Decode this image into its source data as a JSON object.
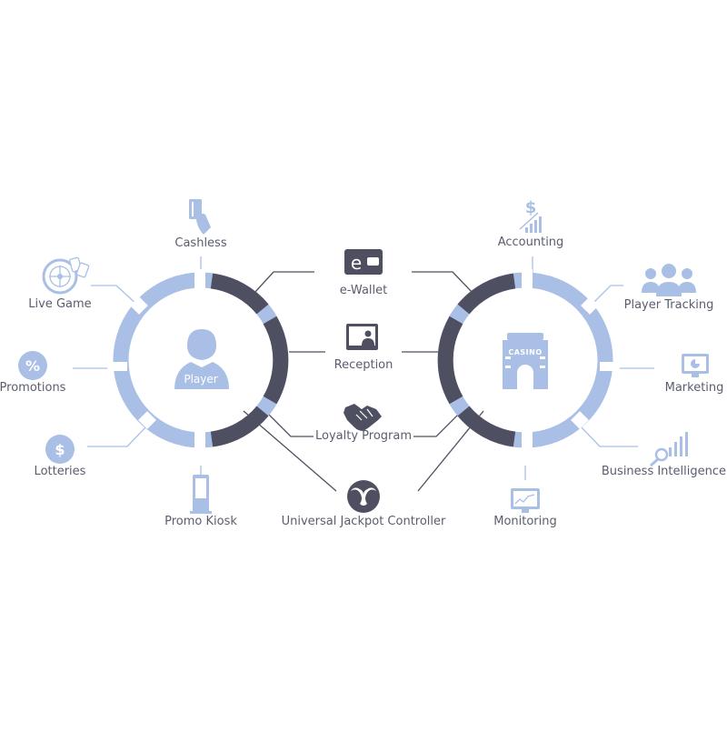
{
  "colors": {
    "light": "#a9bfe6",
    "dark": "#4f4f62",
    "line_light": "#a9bfe6",
    "line_dark": "#4f4f62",
    "text": "#5a5d6e"
  },
  "left_hub": {
    "label": "Player",
    "icon": "player-icon"
  },
  "right_hub": {
    "label": "CASINO",
    "icon": "casino-building-icon"
  },
  "left_nodes": [
    {
      "label": "Cashless",
      "icon": "card-in-hand-icon"
    },
    {
      "label": "Live Game",
      "icon": "roulette-cards-icon"
    },
    {
      "label": "Promotions",
      "icon": "percent-icon"
    },
    {
      "label": "Lotteries",
      "icon": "dollar-coin-icon"
    },
    {
      "label": "Promo Kiosk",
      "icon": "kiosk-icon"
    }
  ],
  "center_nodes": [
    {
      "label": "e-Wallet",
      "icon": "wallet-icon"
    },
    {
      "label": "Reception",
      "icon": "reception-monitor-icon"
    },
    {
      "label": "Loyalty Program",
      "icon": "handshake-icon"
    },
    {
      "label": "Universal Jackpot Controller",
      "icon": "bull-logo-icon"
    }
  ],
  "right_nodes": [
    {
      "label": "Accounting",
      "icon": "dollar-chart-icon"
    },
    {
      "label": "Player Tracking",
      "icon": "people-group-icon"
    },
    {
      "label": "Marketing",
      "icon": "monitor-pie-icon"
    },
    {
      "label": "Business Intelligence",
      "icon": "magnifier-bars-icon"
    },
    {
      "label": "Monitoring",
      "icon": "monitor-graph-icon"
    }
  ]
}
